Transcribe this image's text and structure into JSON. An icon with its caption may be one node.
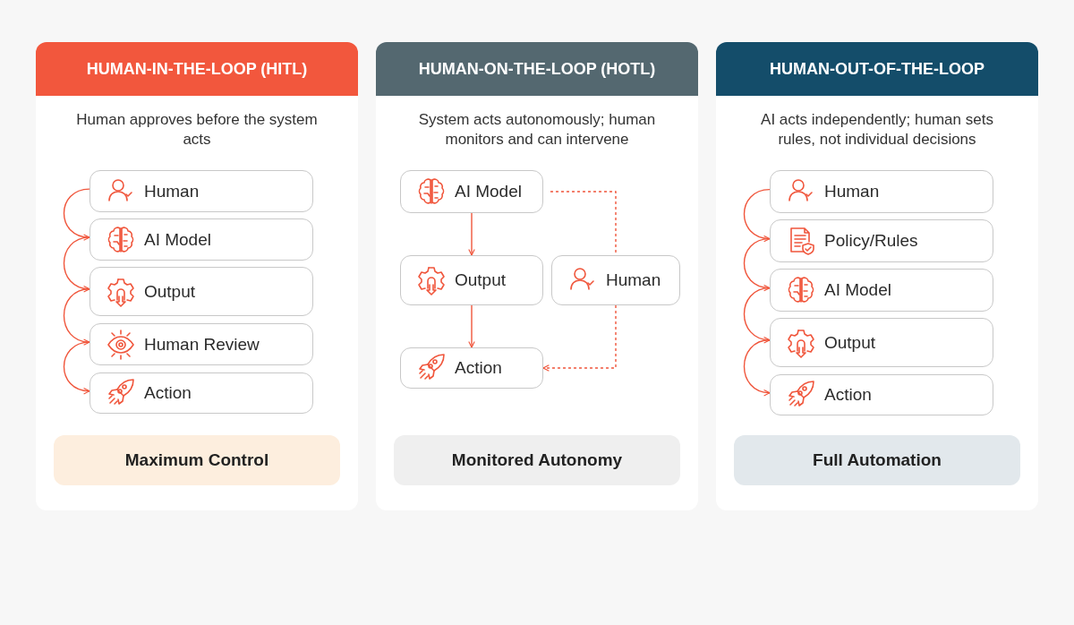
{
  "diagram": {
    "nodes": [
      {
        "text": [
          "HUMAN-IN-THE-LOOP (HITL)",
          "Human approves before the system acts"
        ]
      },
      {
        "text": [
          "Human"
        ],
        "in": 0
      },
      {
        "text": [
          "AI Model"
        ],
        "in": 0
      },
      {
        "text": [
          "Output"
        ],
        "in": 0
      },
      {
        "text": [
          "Human Review"
        ],
        "in": 0
      },
      {
        "text": [
          "Action"
        ],
        "in": 0
      },
      {
        "text": [
          "Maximum Control"
        ],
        "in": 0
      },
      {
        "text": [
          "HUMAN-ON-THE-LOOP (HOTL)",
          "System acts autonomously; human monitors and can intervene"
        ]
      },
      {
        "text": [
          "AI Model"
        ],
        "in": 7
      },
      {
        "text": [
          "Output"
        ],
        "in": 7
      },
      {
        "text": [
          "Human"
        ],
        "in": 7
      },
      {
        "text": [
          "Action"
        ],
        "in": 7
      },
      {
        "text": [
          "Monitored Autonomy"
        ],
        "in": 7
      },
      {
        "text": [
          "HUMAN-OUT-OF-THE-LOOP",
          "AI acts independently; human sets rules, not individual decisions"
        ]
      },
      {
        "text": [
          "Human"
        ],
        "in": 13
      },
      {
        "text": [
          "Policy/Rules"
        ],
        "in": 13
      },
      {
        "text": [
          "AI Model"
        ],
        "in": 13
      },
      {
        "text": [
          "Output"
        ],
        "in": 13
      },
      {
        "text": [
          "Action"
        ],
        "in": 13
      },
      {
        "text": [
          "Full Automation"
        ],
        "in": 13
      }
    ],
    "edges": [
      {
        "from": 1,
        "to": 2,
        "arrow": "to"
      },
      {
        "from": 2,
        "to": 3,
        "arrow": "to"
      },
      {
        "from": 3,
        "to": 4,
        "arrow": "to"
      },
      {
        "from": 4,
        "to": 5,
        "arrow": "to"
      },
      {
        "from": 8,
        "to": 9,
        "arrow": "to"
      },
      {
        "from": 9,
        "to": 11,
        "arrow": "to"
      },
      {
        "from": 8,
        "to": 10,
        "arrow": "none",
        "style": "dashed"
      },
      {
        "from": 10,
        "to": 11,
        "arrow": "to",
        "style": "dashed"
      },
      {
        "from": 14,
        "to": 15,
        "arrow": "to"
      },
      {
        "from": 15,
        "to": 16,
        "arrow": "to"
      },
      {
        "from": 16,
        "to": 17,
        "arrow": "to"
      },
      {
        "from": 17,
        "to": 18,
        "arrow": "to"
      }
    ]
  }
}
